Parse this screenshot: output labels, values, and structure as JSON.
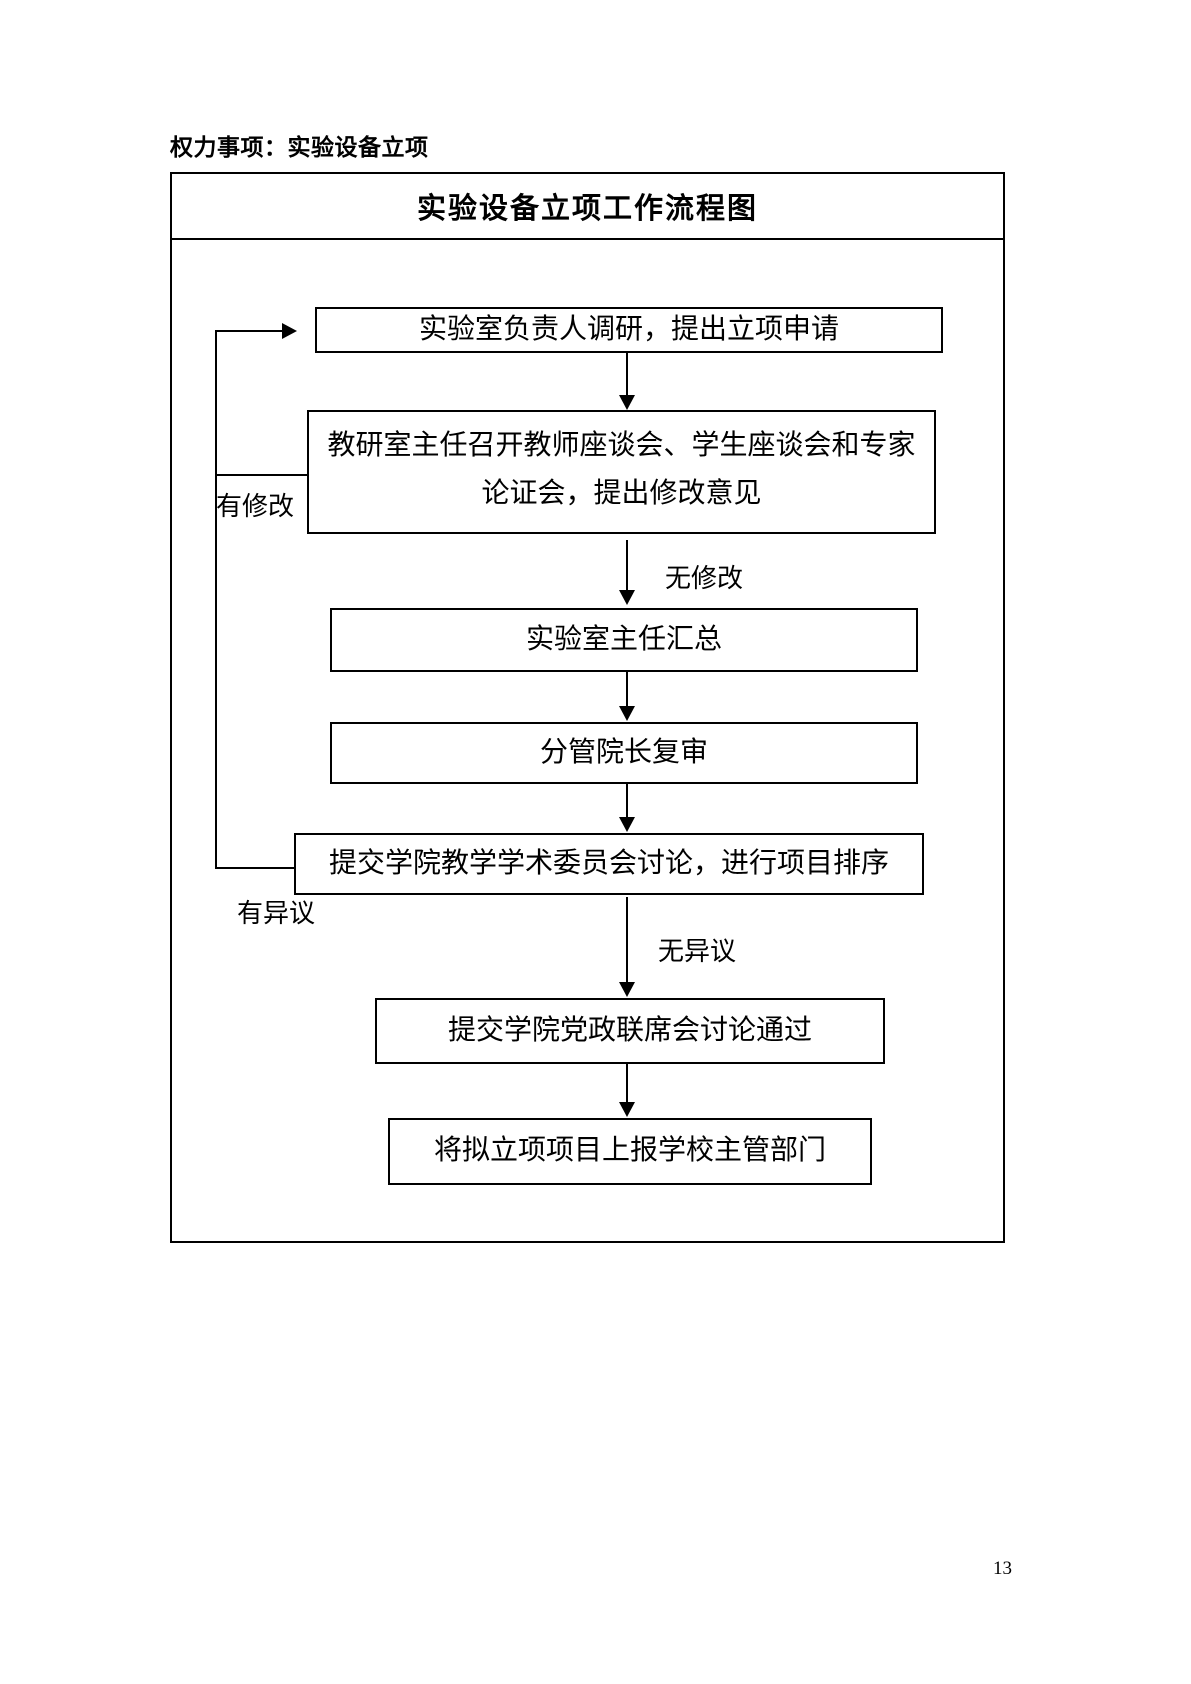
{
  "page": {
    "heading": "权力事项：实验设备立项",
    "page_number": "13"
  },
  "flowchart": {
    "title": "实验设备立项工作流程图",
    "nodes": [
      {
        "label": "实验室负责人调研，提出立项申请"
      },
      {
        "line1": "教研室主任召开教师座谈会、学生座谈会和专家",
        "line2": "论证会，提出修改意见"
      },
      {
        "label": "实验室主任汇总"
      },
      {
        "label": "分管院长复审"
      },
      {
        "label": "提交学院教学学术委员会讨论，进行项目排序"
      },
      {
        "label": "提交学院党政联席会讨论通过"
      },
      {
        "label": "将拟立项项目上报学校主管部门"
      }
    ],
    "edge_labels": {
      "has_revision": "有修改",
      "no_revision": "无修改",
      "has_objection": "有异议",
      "no_objection": "无异议"
    },
    "colors": {
      "line": "#000000",
      "background": "#ffffff"
    }
  }
}
